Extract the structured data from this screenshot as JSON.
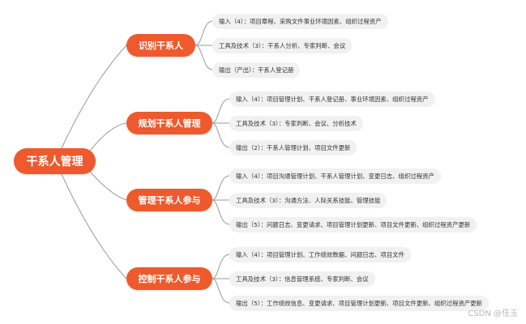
{
  "root": {
    "label": "干系人管理"
  },
  "processes": [
    {
      "label": "识别干系人",
      "items": [
        "输入（4）：项目章程、采购文件事业环境因素、组织过程资产",
        "工具及技术（3）：干系人分析、专家判断、会议",
        "输出（产出）：干系人登记册"
      ]
    },
    {
      "label": "规划干系人管理",
      "items": [
        "输入（4）：项目管理计划、干系人登记册、事业环境因素、组织过程资产",
        "工具及技术（3）：专家判断、会议、分析技术",
        "输出（2）：干系人管理计划、项目文件更新"
      ]
    },
    {
      "label": "管理干系人参与",
      "items": [
        "输入（4）：项目沟通管理计划、干系人管理计划、变更日志、组织过程资产",
        "工具及技术（3）：沟通方法、人际关系技能、管理技能",
        "输出（5）：问题日志、变更请求、项目管理计划更新、项目文件更新、组织过程资产更新"
      ]
    },
    {
      "label": "控制干系人参与",
      "items": [
        "输入（4）：项目管理计划、工作绩效数据、问题日志、项目文件",
        "工具及技术（3）：信息管理系统、专家判断、会议",
        "输出（5）：工作绩效信息、变更请求、项目管理计划更新、项目文件更新、组织过程资产更新"
      ]
    }
  ],
  "watermark": "CSDN @任玉",
  "colors": {
    "accent": "#ee5a2d",
    "leaf_bg": "#f1f1f1",
    "connector": "#9a9a9a"
  }
}
